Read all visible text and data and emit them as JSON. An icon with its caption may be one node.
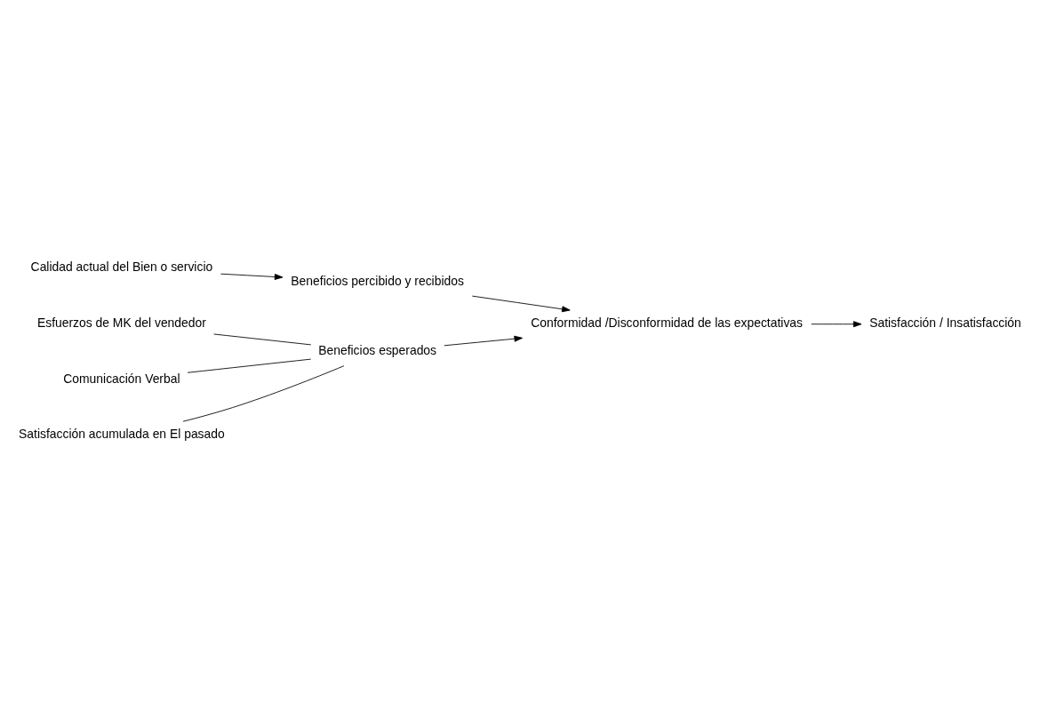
{
  "diagram": {
    "nodes": [
      {
        "text": [
          "Calidad actual del Bien o servicio"
        ]
      },
      {
        "text": [
          "Esfuerzos de MK del vendedor"
        ]
      },
      {
        "text": [
          "Comunicación Verbal"
        ]
      },
      {
        "text": [
          "Satisfacción acumulada en El pasado"
        ]
      },
      {
        "text": [
          "Beneficios esperados"
        ]
      },
      {
        "text": [
          "Beneficios percibido y recibidos"
        ]
      },
      {
        "text": [
          "Conformidad /Disconformidad de las expectativas"
        ]
      },
      {
        "text": [
          "Satisfacción / Insatisfacción"
        ]
      }
    ],
    "edges": [
      {
        "from": 0,
        "to": 5,
        "arrow": "to"
      },
      {
        "from": 1,
        "to": 4,
        "arrow": "none"
      },
      {
        "from": 2,
        "to": 4,
        "arrow": "none"
      },
      {
        "from": 3,
        "to": 4,
        "arrow": "none"
      },
      {
        "from": 4,
        "to": 6,
        "arrow": "to"
      },
      {
        "from": 5,
        "to": 6,
        "arrow": "to"
      },
      {
        "from": 6,
        "to": 7,
        "arrow": "to"
      }
    ]
  }
}
